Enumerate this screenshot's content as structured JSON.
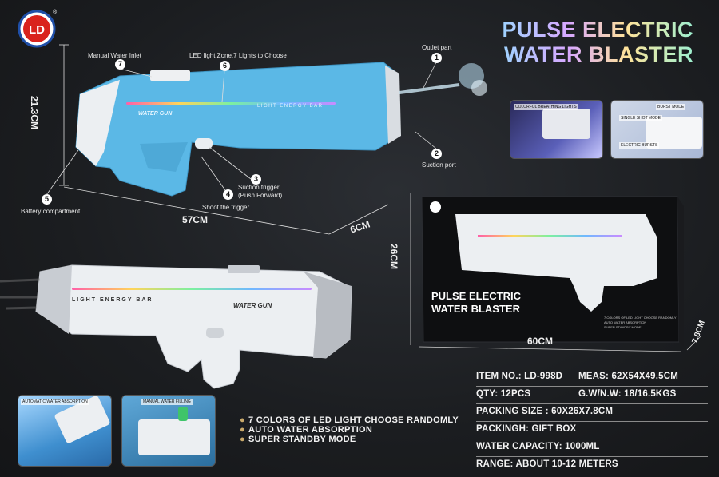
{
  "product": {
    "title_line1": "PULSE ELECTRIC",
    "title_line2": "WATER BLASTER",
    "logo_text": "LD"
  },
  "callouts": [
    {
      "num": "1",
      "label": "Outlet part"
    },
    {
      "num": "2",
      "label": "Suction port"
    },
    {
      "num": "3",
      "label": "Suction trigger",
      "label2": "(Push Forward)"
    },
    {
      "num": "4",
      "label": "Shoot the trigger"
    },
    {
      "num": "5",
      "label": "Battery compartment"
    },
    {
      "num": "6",
      "label": "LED light Zone,7 Lights to Choose"
    },
    {
      "num": "7",
      "label": "Manual Water Inlet"
    }
  ],
  "gun_text": {
    "light_bar": "LIGHT ENERGY BAR",
    "water_gun": "WATER GUN"
  },
  "dimensions": {
    "height": "21.3CM",
    "length": "57CM",
    "width": "6CM",
    "box_width": "60CM",
    "box_height": "26CM",
    "box_depth": "7.8CM"
  },
  "box": {
    "title_line1": "PULSE ELECTRIC",
    "title_line2": "WATER BLASTER",
    "bullets": [
      "7 COLORS OF LED LIGHT CHOOSE RANDOMLY",
      "AUTO WATER ABSORPTION",
      "SUPER STANDBY MODE"
    ]
  },
  "thumbs": {
    "top_left": "COLORFUL BREATHING LIGHTS",
    "top_right_1": "BURST MODE",
    "top_right_2": "SINGLE SHOT MODE",
    "top_right_3": "ELECTRIC BURSTS",
    "bottom_left": "AUTOMATIC WATER ABSORPTION",
    "bottom_right": "MANUAL WATER FILLING"
  },
  "features": [
    "7 COLORS OF LED LIGHT CHOOSE RANDOMLY",
    "AUTO WATER ABSORPTION",
    "SUPER STANDBY MODE"
  ],
  "specs": {
    "item_no": "ITEM NO.: LD-998D",
    "meas": "MEAS: 62X54X49.5CM",
    "qty": "QTY: 12PCS",
    "gw_nw": "G.W/N.W: 18/16.5KGS",
    "packing_size": "PACKING SIZE : 60X26X7.8CM",
    "packing": "PACKINGH: GIFT BOX",
    "water_capacity": "WATER CAPACITY: 1000ML",
    "range": "RANGE:  ABOUT 10-12 METERS"
  },
  "colors": {
    "gun_blue": "#5bb8e6",
    "gun_white": "#eceff2",
    "gun_grey": "#b8bcc2",
    "accent_gold": "#c9a96a"
  }
}
